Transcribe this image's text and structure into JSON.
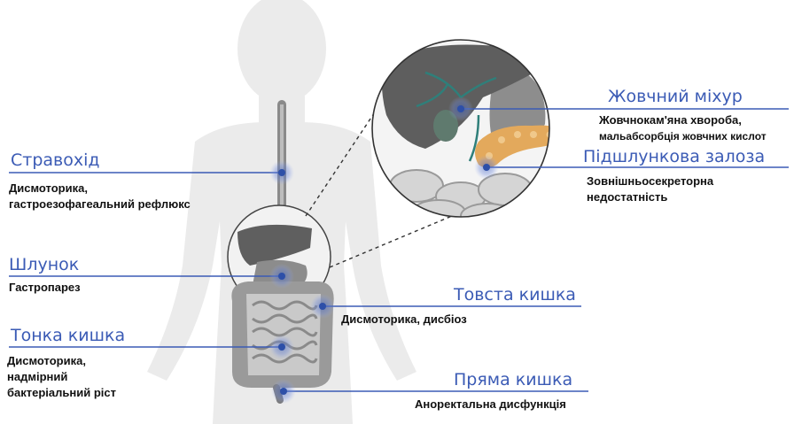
{
  "colors": {
    "accent_line": "#3b5bb5",
    "marker": "#3b5bb5",
    "silhouette": "#e9e9e9",
    "organ_dark": "#6c6c6c",
    "pancreas": "#e3a95c",
    "gallbladder": "#5f7a6e"
  },
  "labels": {
    "esophagus": {
      "title": "Стравохід",
      "desc": [
        "Дисмоторика,",
        "гастроезофагеальний рефлюкс"
      ]
    },
    "stomach": {
      "title": "Шлунок",
      "desc": [
        "Гастропарез"
      ]
    },
    "small_intestine": {
      "title": "Тонка кишка",
      "desc": [
        "Дисмоторика,",
        "надмірний",
        "бактеріальний ріст"
      ]
    },
    "gallbladder": {
      "title": "Жовчний міхур",
      "desc": [
        "Жовчнокам'яна хвороба,",
        "мальабсорбція жовчних кислот"
      ]
    },
    "pancreas": {
      "title": "Підшлункова залоза",
      "desc": [
        "Зовнішньосекреторна",
        "недостатність"
      ]
    },
    "colon": {
      "title": "Товста кишка",
      "desc": [
        "Дисмоторика, дисбіоз"
      ]
    },
    "rectum": {
      "title": "Пряма кишка",
      "desc": [
        "Аноректальна дисфункція"
      ]
    }
  }
}
